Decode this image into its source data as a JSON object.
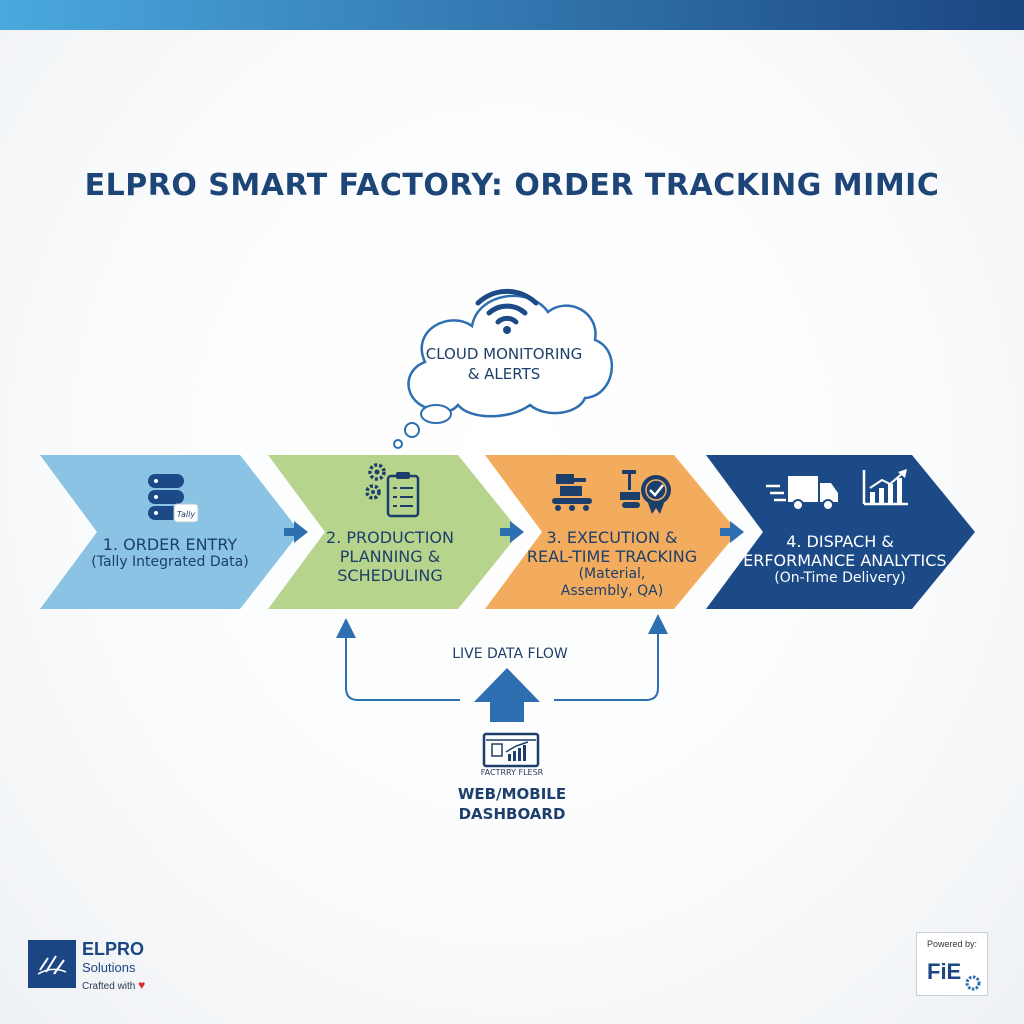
{
  "title": "ELPRO SMART FACTORY: ORDER TRACKING MIMIC",
  "colors": {
    "stage1": "#8ac3e4",
    "stage2": "#b7d48c",
    "stage3": "#f3ac5d",
    "stage4": "#1c4a86",
    "connector": "#2d6fb0",
    "title": "#1d4577"
  },
  "cloud": {
    "icon": "wifi-icon",
    "line1": "CLOUD MONITORING",
    "line2": "& ALERTS"
  },
  "stages": [
    {
      "icon": "database-icon",
      "badge": "Tally",
      "title": "1. ORDER ENTRY",
      "subtitle": "(Tally Integrated Data)"
    },
    {
      "icon": "gears-checklist-icon",
      "title_line1": "2. PRODUCTION",
      "title_line2": "PLANNING &",
      "title_line3": "SCHEDULING"
    },
    {
      "icon": "conveyor-robot-icon",
      "title_line1": "3. EXECUTION &",
      "title_line2": "REAL-TIME TRACKING",
      "sub_line1": "(Material,",
      "sub_line2": "Assembly, QA)"
    },
    {
      "icon": "truck-analytics-icon",
      "title_line1": "4. DISPACH &",
      "title_line2": "PERFORMANCE ANALYTICS",
      "subtitle": "(On-Time Delivery)"
    }
  ],
  "live_flow_label": "LIVE DATA FLOW",
  "dashboard": {
    "icon": "monitor-chart-icon",
    "screen_text": "FACTRRY FLESR",
    "line1": "WEB/MOBILE",
    "line2": "DASHBOARD"
  },
  "brand": {
    "name": "ELPRO",
    "sub": "Solutions",
    "crafted": "Crafted with"
  },
  "powered": {
    "label": "Powered by:",
    "logo": "FiE"
  }
}
